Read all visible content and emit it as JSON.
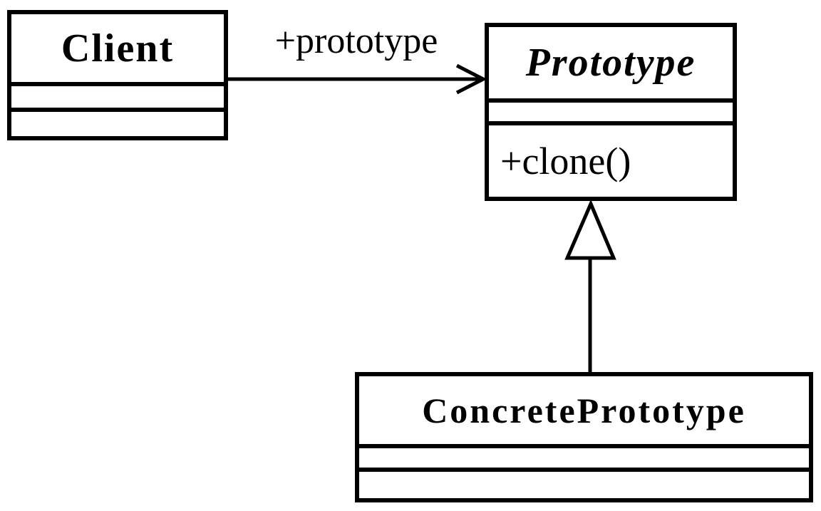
{
  "diagram": {
    "type": "uml-class-diagram",
    "pattern": "Prototype",
    "colors": {
      "stroke": "#000000",
      "background": "#ffffff",
      "text": "#000000"
    },
    "classes": [
      {
        "id": "client",
        "name": "Client",
        "abstract": false,
        "attributes": [],
        "methods": []
      },
      {
        "id": "prototype",
        "name": "Prototype",
        "abstract": true,
        "attributes": [],
        "methods": [
          "+clone()"
        ]
      },
      {
        "id": "concrete-prototype",
        "name": "ConcretePrototype",
        "abstract": false,
        "attributes": [],
        "methods": []
      }
    ],
    "relationships": [
      {
        "type": "association",
        "from": "Client",
        "to": "Prototype",
        "label": "+prototype",
        "arrowhead": "open-arrow"
      },
      {
        "type": "generalization",
        "from": "ConcretePrototype",
        "to": "Prototype",
        "arrowhead": "hollow-triangle"
      }
    ]
  }
}
